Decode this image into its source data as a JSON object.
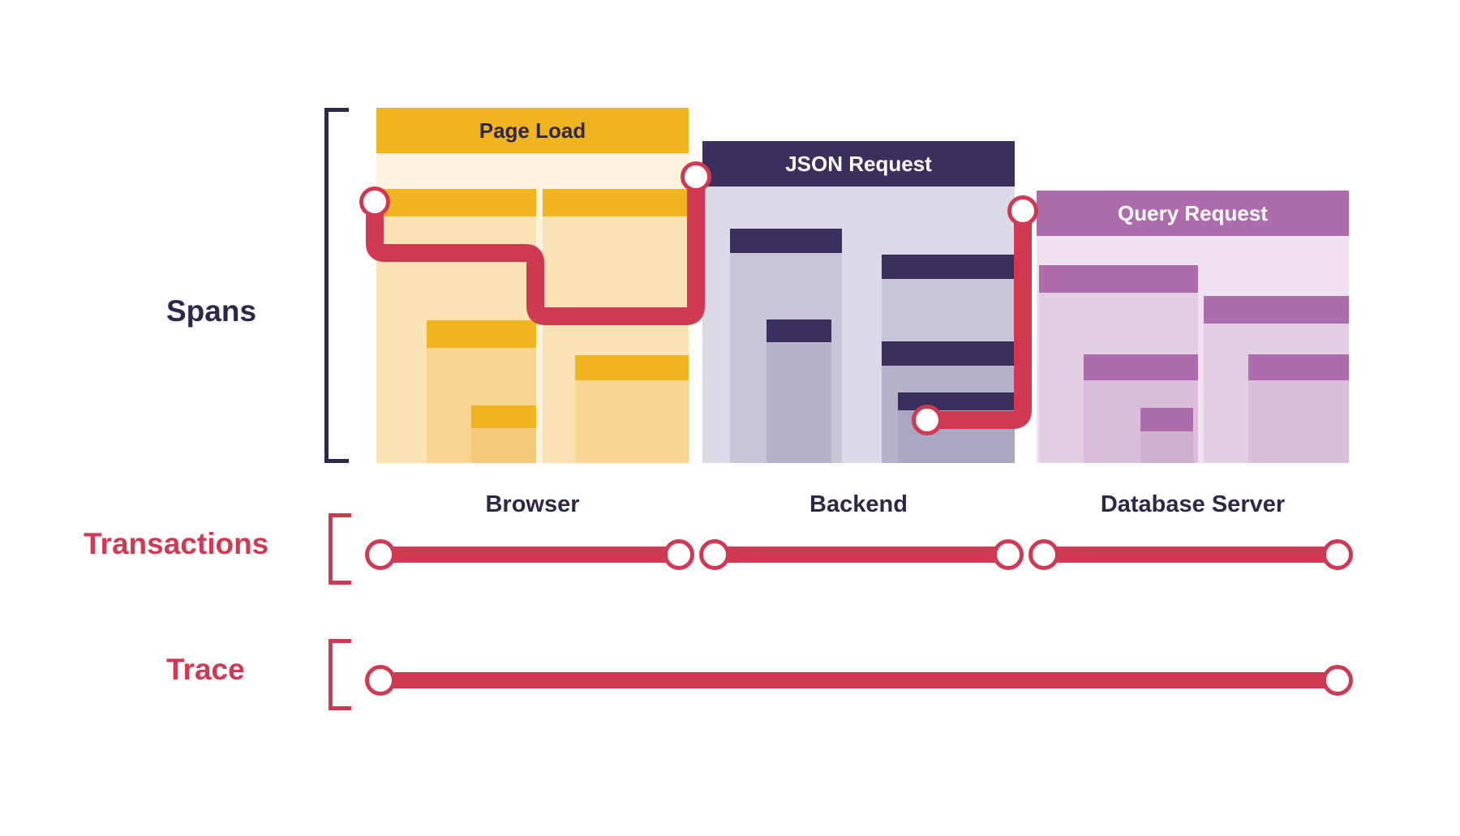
{
  "diagram": {
    "title_note": "Distributed tracing: spans, transactions, trace",
    "rows": [
      {
        "key": "spans",
        "label": "Spans",
        "color": "#2f2648"
      },
      {
        "key": "transactions",
        "label": "Transactions",
        "color": "#cf3a52"
      },
      {
        "key": "trace",
        "label": "Trace",
        "color": "#cf3a52"
      }
    ]
  },
  "colors": {
    "ink": "#2f2648",
    "red": "#cf3a52",
    "white": "#ffffff",
    "browser_title_bg": "#f0b41e",
    "browser_title_text": "#2f2648",
    "browser_body_bg": "#fcf3de",
    "browser_span_head": "#f0b41e",
    "browser_span_body": "#f9e3b4",
    "browser_span_body_alt": "#f8d691",
    "browser_span_body_deep": "#f4c878",
    "backend_title_bg": "#3b2f5e",
    "backend_title_text": "#ffffff",
    "backend_body_bg": "#dcdae6",
    "backend_span_head": "#3b2f5e",
    "backend_span_body": "#c7c5d8",
    "backend_span_body_alt": "#b5b2cb",
    "database_title_bg": "#ae6cad",
    "database_title_text": "#ffffff",
    "database_body_bg": "#f0e1ef",
    "database_span_head": "#ae6cad",
    "database_span_body": "#e2cde2",
    "database_span_body_alt": "#d9bdda"
  },
  "columns": [
    {
      "key": "browser",
      "title": "Page Load",
      "caption": "Browser",
      "spans": [
        {
          "name": "page-load-root"
        },
        {
          "name": "browser-span-a"
        },
        {
          "name": "browser-span-a1"
        },
        {
          "name": "browser-span-a1a"
        },
        {
          "name": "browser-span-b"
        },
        {
          "name": "browser-span-b1"
        }
      ]
    },
    {
      "key": "backend",
      "title": "JSON Request",
      "caption": "Backend",
      "spans": [
        {
          "name": "json-request-root"
        },
        {
          "name": "backend-span-a"
        },
        {
          "name": "backend-span-a1"
        },
        {
          "name": "backend-span-b"
        },
        {
          "name": "backend-span-b1"
        },
        {
          "name": "backend-span-b2"
        }
      ]
    },
    {
      "key": "database",
      "title": "Query Request",
      "caption": "Database Server",
      "spans": [
        {
          "name": "query-request-root"
        },
        {
          "name": "db-span-a"
        },
        {
          "name": "db-span-a1"
        },
        {
          "name": "db-span-a1a"
        },
        {
          "name": "db-span-b"
        },
        {
          "name": "db-span-b1"
        }
      ]
    }
  ],
  "transaction_bars": [
    {
      "name": "transaction-browser"
    },
    {
      "name": "transaction-backend"
    },
    {
      "name": "transaction-database"
    }
  ],
  "trace_bar": {
    "name": "trace-bar"
  },
  "chart_data": {
    "type": "table",
    "title": "Spans / Transactions / Trace",
    "series": [
      {
        "name": "Browser",
        "transaction_label": "Page Load",
        "spans": 6
      },
      {
        "name": "Backend",
        "transaction_label": "JSON Request",
        "spans": 6
      },
      {
        "name": "Database Server",
        "transaction_label": "Query Request",
        "spans": 6
      }
    ]
  }
}
